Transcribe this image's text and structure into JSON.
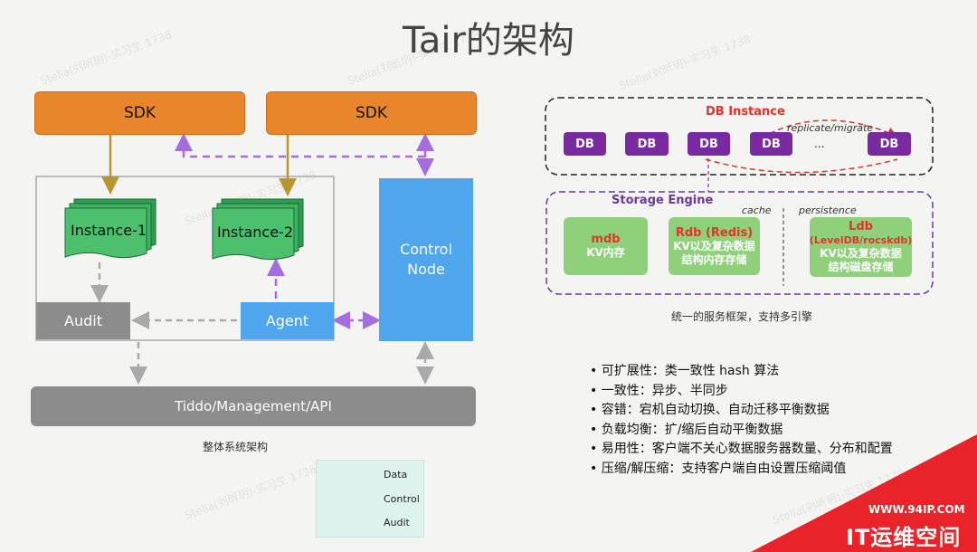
{
  "title": "Tair的架构",
  "left_diagram": {
    "sdk1": "SDK",
    "sdk2": "SDK",
    "instance1": "Instance-1",
    "instance2": "Instance-2",
    "audit": "Audit",
    "agent": "Agent",
    "control_node_line1": "Control",
    "control_node_line2": "Node",
    "api_bar": "Tiddo/Management/API",
    "caption": "整体系统架构"
  },
  "legend": {
    "data": "Data",
    "control": "Control",
    "audit": "Audit"
  },
  "right_diagram": {
    "db_instance": "DB Instance",
    "replicate": "replicate/migrate",
    "db_label": "DB",
    "ellipsis": "...",
    "storage_engine": "Storage Engine",
    "cache": "cache",
    "persistence": "persistence",
    "mdb_title": "mdb",
    "mdb_desc": "KV内存",
    "rdb_title": "Rdb (Redis)",
    "rdb_desc1": "KV以及复杂数据",
    "rdb_desc2": "结构内存存储",
    "ldb_title": "Ldb",
    "ldb_sub": "(LevelDB/rocskdb)",
    "ldb_desc1": "KV以及复杂数据",
    "ldb_desc2": "结构磁盘存储",
    "caption": "统一的服务框架，支持多引擎"
  },
  "bullets": [
    "可扩展性：类一致性 hash 算法",
    "一致性：异步、半同步",
    "容错：宕机自动切换、自动迁移平衡数据",
    "负载均衡：扩/缩后自动平衡数据",
    "易用性：客户端不关心数据服务器数量、分布和配置",
    "压缩/解压缩：支持客户端自由设置压缩阈值"
  ],
  "watermark": "Stella(刘昕玥)-实习生 1738",
  "badge": {
    "url": "WWW.94IP.COM",
    "name": "IT运维空间"
  },
  "colors": {
    "data_arrow": "#b8962f",
    "control_arrow": "#a46ee0",
    "audit_arrow": "#a9a9a9",
    "db_purple": "#7a2aa0",
    "badge_red": "#e8232a"
  }
}
